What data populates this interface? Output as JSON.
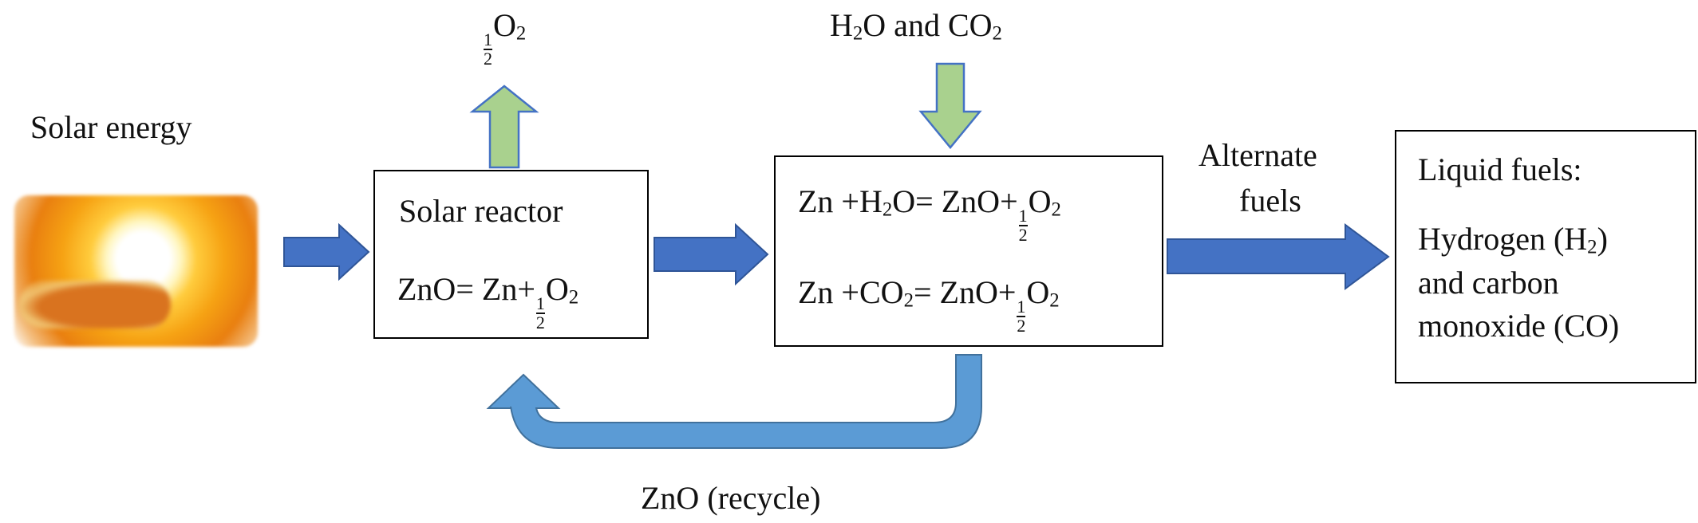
{
  "sun_image": {
    "label": "Solar energy"
  },
  "top_output": {
    "frac_num": "1",
    "frac_den": "2",
    "species": "O",
    "species_sub": "2"
  },
  "top_input": {
    "h": "H",
    "h_sub": "2",
    "mid": "O and CO",
    "c_sub": "2"
  },
  "reactor_box": {
    "title": "Solar reactor",
    "eq_left": "ZnO= Zn+",
    "frac_num": "1",
    "frac_den": "2",
    "product": "O",
    "product_sub": "2"
  },
  "splitting_box": {
    "eq1_left": "Zn +H",
    "eq1_sub": "2",
    "eq1_mid": "O= ZnO+",
    "eq2_left": "Zn +CO",
    "eq2_sub": "2",
    "eq2_mid": "= ZnO+",
    "frac_num": "1",
    "frac_den": "2",
    "product": "O",
    "product_sub": "2"
  },
  "alternate_fuels": {
    "line1": "Alternate",
    "line2": "fuels"
  },
  "liquid_box": {
    "title": "Liquid fuels:",
    "line1": "Hydrogen (H",
    "line1_sub": "2",
    "line1_end": ")",
    "line2": "and carbon",
    "line3": "monoxide (CO)"
  },
  "recycle": {
    "label": "ZnO (recycle)"
  },
  "colors": {
    "blue_arrow": "#4472C4",
    "recycle_arrow": "#5B9BD5",
    "green_arrow": "#A9D18E"
  }
}
